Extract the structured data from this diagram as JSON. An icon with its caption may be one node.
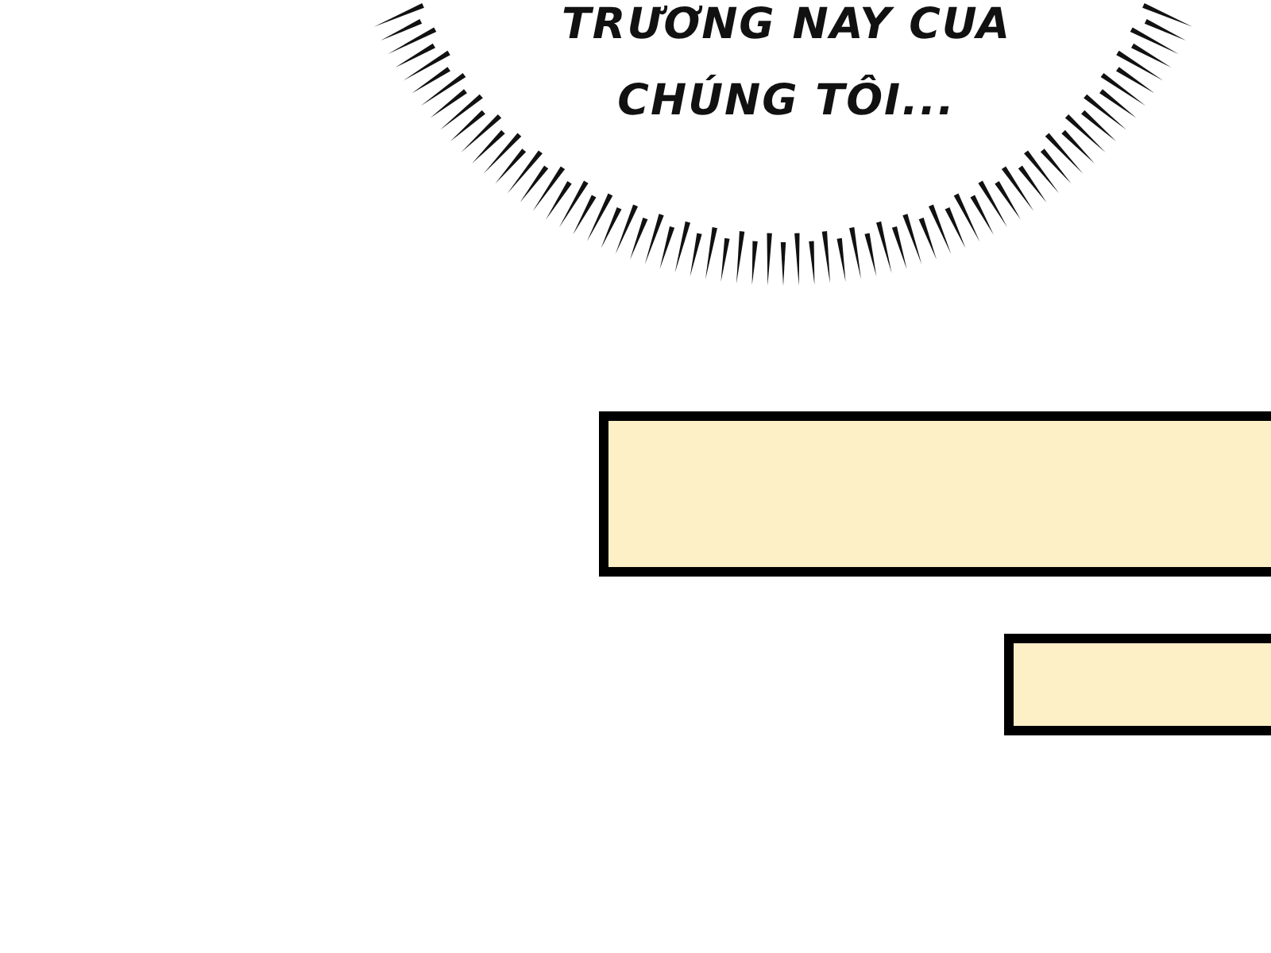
{
  "diagram": {
    "nodes": [
      {
        "text": [
          "TRƯƠNG NAY CUA CHÚNG TÔI..."
        ]
      },
      {
        "text": [],
        "shape": "box"
      },
      {
        "text": [],
        "shape": "box"
      }
    ],
    "edges": []
  }
}
